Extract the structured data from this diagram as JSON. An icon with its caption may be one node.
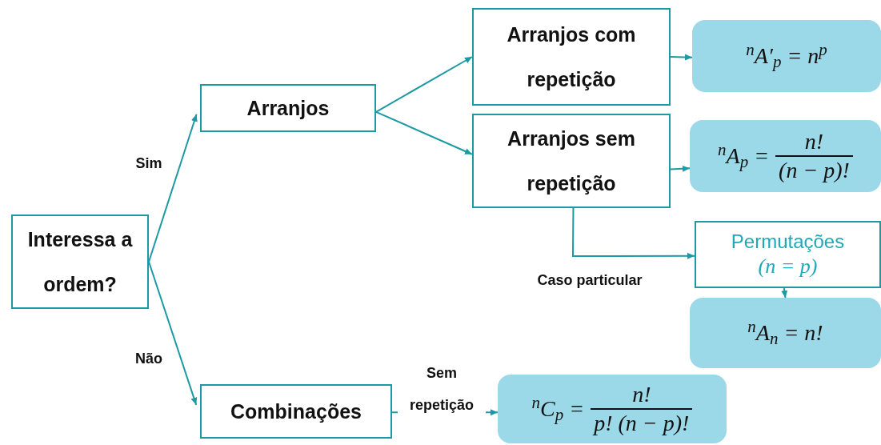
{
  "diagram": {
    "nodes": [
      {
        "text": [
          "Interessa a ordem?"
        ]
      },
      {
        "text": [
          "Arranjos"
        ]
      },
      {
        "text": [
          "Combinações"
        ]
      },
      {
        "text": [
          "Arranjos com repetição"
        ]
      },
      {
        "text": [
          "Arranjos sem repetição"
        ]
      },
      {
        "text": [
          "$^{n}$A′$_{p}$ = n$^{p}$"
        ]
      },
      {
        "text": [
          "$^{n}$A$_{p}$ =",
          "n!",
          "(n − p)!"
        ]
      },
      {
        "text": [
          "Permutações",
          "(n = p)"
        ]
      },
      {
        "text": [
          "$^{n}$A$_{n}$ = n!"
        ]
      },
      {
        "text": [
          "$^{n}$C$_{p}$ =",
          "n!",
          "p! (n − p)!"
        ]
      }
    ],
    "edges": [
      {
        "from": 0,
        "to": 1,
        "arrow": "to",
        "label": "Sim"
      },
      {
        "from": 0,
        "to": 2,
        "arrow": "to",
        "label": "Não"
      },
      {
        "from": 1,
        "to": 3,
        "arrow": "to"
      },
      {
        "from": 1,
        "to": 4,
        "arrow": "to"
      },
      {
        "from": 3,
        "to": 5,
        "arrow": "to"
      },
      {
        "from": 4,
        "to": 6,
        "arrow": "to"
      },
      {
        "from": 4,
        "to": 7,
        "arrow": "to",
        "label": "Caso particular"
      },
      {
        "from": 7,
        "to": 8,
        "arrow": "to"
      },
      {
        "from": 2,
        "to": 9,
        "arrow": "to",
        "label": "Sem repetição"
      }
    ]
  }
}
